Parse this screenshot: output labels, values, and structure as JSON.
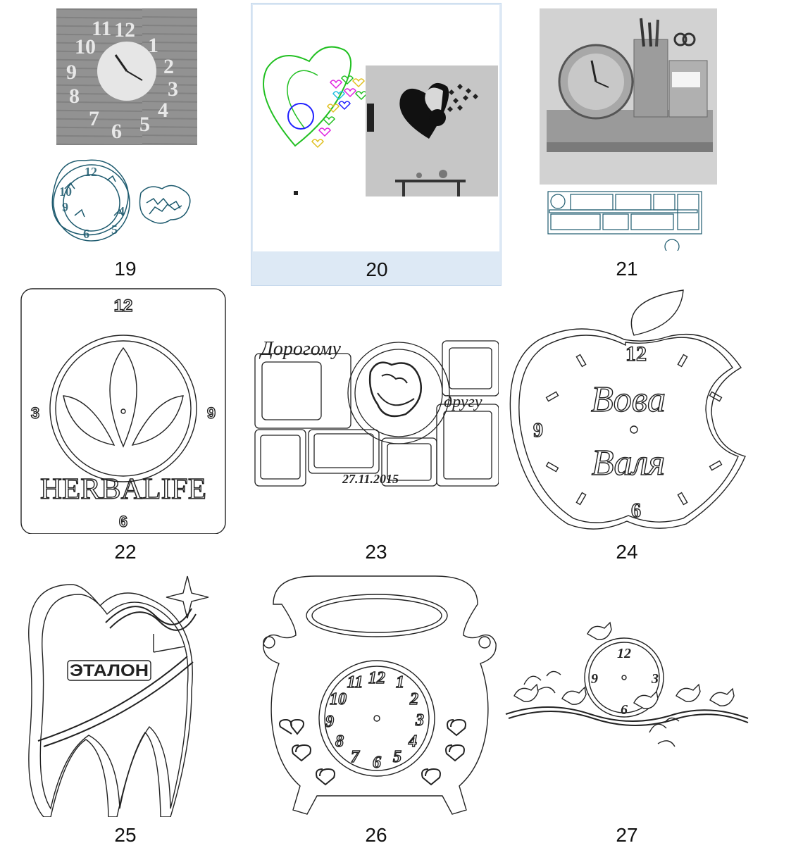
{
  "items": [
    {
      "number": "19"
    },
    {
      "number": "20"
    },
    {
      "number": "21"
    },
    {
      "number": "22",
      "text": [
        "12",
        "3",
        "9",
        "6",
        "HERBALIFE"
      ]
    },
    {
      "number": "23",
      "text": [
        "Дорогому",
        "другу",
        "27.11.2015"
      ]
    },
    {
      "number": "24",
      "text": [
        "12",
        "9",
        "6",
        "Вова",
        "Валя"
      ]
    },
    {
      "number": "25",
      "text": [
        "ЭТАЛОН"
      ]
    },
    {
      "number": "26",
      "text": [
        "12",
        "1",
        "2",
        "3",
        "4",
        "5",
        "6",
        "7",
        "8",
        "9",
        "10",
        "11"
      ]
    },
    {
      "number": "27",
      "text": [
        "12",
        "3",
        "6",
        "9"
      ]
    }
  ],
  "selected_item": "20",
  "colors": {
    "selection_bg": "#dde9f5",
    "selection_border": "#c5d8ec",
    "teal_outline": "#1d5a6e",
    "line_art": "#222222"
  }
}
